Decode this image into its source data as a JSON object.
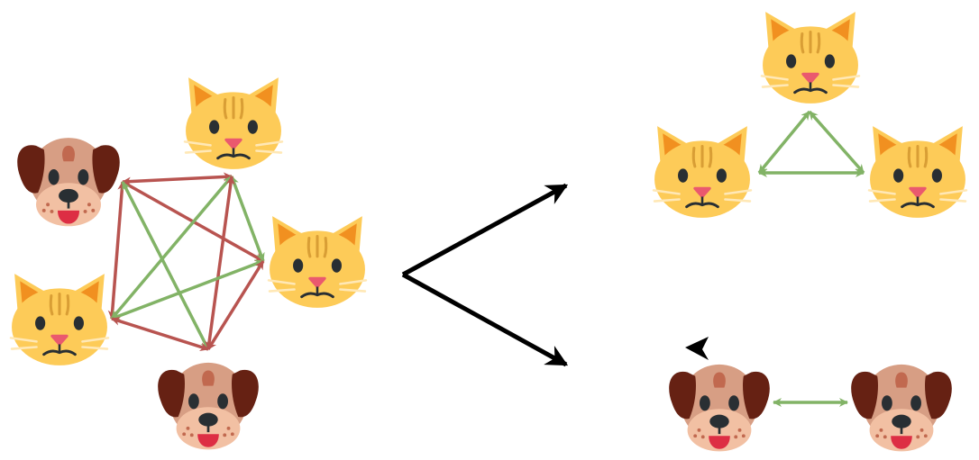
{
  "diagram": {
    "left_group": {
      "animals": [
        {
          "kind": "dog",
          "icon": "dog-face-icon"
        },
        {
          "kind": "cat",
          "icon": "cat-face-icon"
        },
        {
          "kind": "cat",
          "icon": "cat-face-icon"
        },
        {
          "kind": "cat",
          "icon": "cat-face-icon"
        },
        {
          "kind": "dog",
          "icon": "dog-face-icon"
        }
      ],
      "links": [
        {
          "from": 0,
          "to": 1,
          "relation": "different-species",
          "color": "#b85450"
        },
        {
          "from": 0,
          "to": 2,
          "relation": "different-species",
          "color": "#b85450"
        },
        {
          "from": 0,
          "to": 3,
          "relation": "different-species",
          "color": "#b85450"
        },
        {
          "from": 0,
          "to": 4,
          "relation": "same-species",
          "color": "#82b366"
        },
        {
          "from": 1,
          "to": 2,
          "relation": "same-species",
          "color": "#82b366"
        },
        {
          "from": 1,
          "to": 3,
          "relation": "same-species",
          "color": "#82b366"
        },
        {
          "from": 1,
          "to": 4,
          "relation": "different-species",
          "color": "#b85450"
        },
        {
          "from": 2,
          "to": 3,
          "relation": "same-species",
          "color": "#82b366"
        },
        {
          "from": 2,
          "to": 4,
          "relation": "different-species",
          "color": "#b85450"
        },
        {
          "from": 3,
          "to": 4,
          "relation": "different-species",
          "color": "#b85450"
        }
      ]
    },
    "split_arrows": {
      "color": "#000000",
      "targets": [
        "cat-group",
        "dog-group"
      ]
    },
    "cat_group": {
      "animals": [
        {
          "kind": "cat",
          "icon": "cat-face-icon"
        },
        {
          "kind": "cat",
          "icon": "cat-face-icon"
        },
        {
          "kind": "cat",
          "icon": "cat-face-icon"
        }
      ],
      "link_color": "#82b366"
    },
    "dog_group": {
      "animals": [
        {
          "kind": "dog",
          "icon": "dog-face-icon"
        },
        {
          "kind": "dog",
          "icon": "dog-face-icon"
        }
      ],
      "link_color": "#82b366"
    },
    "colors": {
      "same_species": "#82b366",
      "different_species": "#b85450",
      "cat_fur": "#fdcb58",
      "cat_ear_inner": "#f19020",
      "cat_stripes": "#d99e35",
      "dog_fur": "#d79e84",
      "dog_ears": "#662113",
      "dog_muzzle": "#f2c0a3",
      "tongue": "#dd2e44",
      "eyes": "#292f33"
    }
  }
}
